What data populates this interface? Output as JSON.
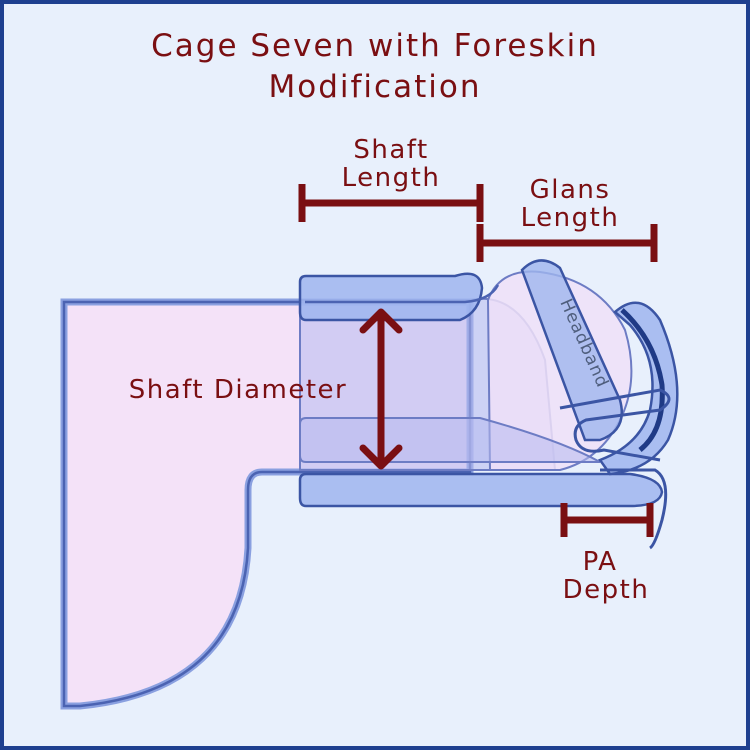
{
  "title": {
    "line1": "Cage Seven with Foreskin",
    "line2": "Modification"
  },
  "labels": {
    "shaft_length": [
      "Shaft",
      "Length"
    ],
    "glans_length": [
      "Glans",
      "Length"
    ],
    "shaft_diameter": "Shaft Diameter",
    "headband": "Headband",
    "pa_depth": [
      "PA",
      "Depth"
    ]
  },
  "colors": {
    "frame_border": "#1d3f8f",
    "background": "#e8f0fc",
    "body_fill": "#f4e2f8",
    "cage_fill": "#9fb5ee",
    "cage_outline": "#3b55a4",
    "dimension": "#7a0f12"
  }
}
